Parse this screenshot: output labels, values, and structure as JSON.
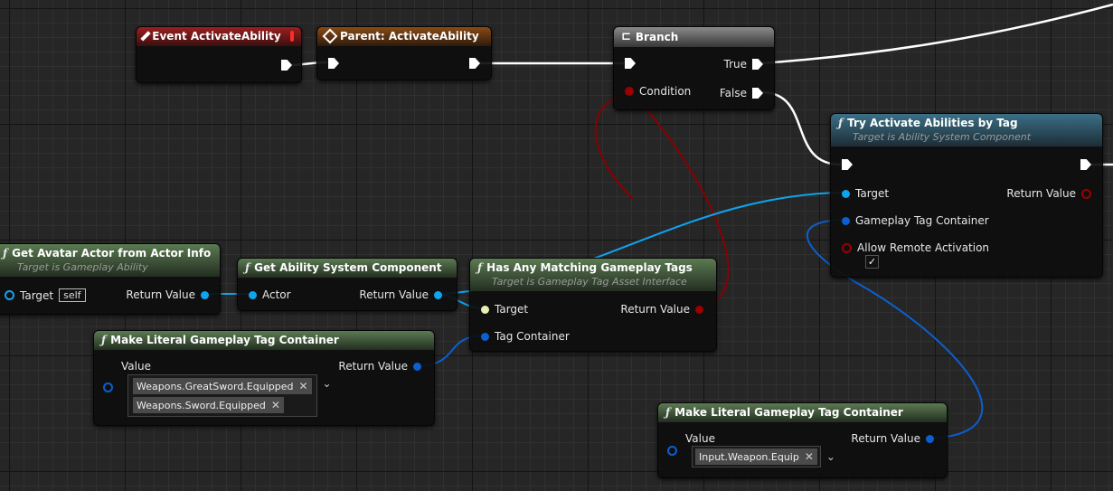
{
  "graph": {
    "event_node": {
      "title": "Event ActivateAbility"
    },
    "parent_node": {
      "title": "Parent: ActivateAbility"
    },
    "branch_node": {
      "title": "Branch",
      "condition_label": "Condition",
      "true_label": "True",
      "false_label": "False"
    },
    "try_activate_node": {
      "title": "Try Activate Abilities by Tag",
      "subtitle": "Target is Ability System Component",
      "target_label": "Target",
      "return_label": "Return Value",
      "tag_container_label": "Gameplay Tag Container",
      "allow_remote_label": "Allow Remote Activation",
      "allow_remote_checked": "✓"
    },
    "avatar_node": {
      "title": "Get Avatar Actor from Actor Info",
      "subtitle": "Target is Gameplay Ability",
      "target_label": "Target",
      "target_value": "self",
      "return_label": "Return Value"
    },
    "asc_node": {
      "title": "Get Ability System Component",
      "actor_label": "Actor",
      "return_label": "Return Value"
    },
    "has_tags_node": {
      "title": "Has Any Matching Gameplay Tags",
      "subtitle": "Target is Gameplay Tag Asset Interface",
      "target_label": "Target",
      "return_label": "Return Value",
      "tag_container_label": "Tag Container"
    },
    "literal_node_1": {
      "title": "Make Literal Gameplay Tag Container",
      "value_label": "Value",
      "return_label": "Return Value",
      "tags": [
        "Weapons.GreatSword.Equipped",
        "Weapons.Sword.Equipped"
      ]
    },
    "literal_node_2": {
      "title": "Make Literal Gameplay Tag Container",
      "value_label": "Value",
      "return_label": "Return Value",
      "tags": [
        "Input.Weapon.Equip"
      ]
    }
  },
  "icons": {
    "function": "ƒ",
    "remove_tag": "✕",
    "dropdown": "⌄"
  },
  "colors": {
    "exec_wire": "#ffffff",
    "object_pin": "#0ea5f0",
    "struct_pin": "#0b5fd0",
    "bool_pin": "#9a0000",
    "interface_pin": "#e8f0b0",
    "event_header": "#9a1f1f",
    "parent_header": "#8a4a16",
    "branch_header": "#8a8a8a",
    "member_header": "#3b6f86",
    "pure_header": "#5b7a52"
  }
}
